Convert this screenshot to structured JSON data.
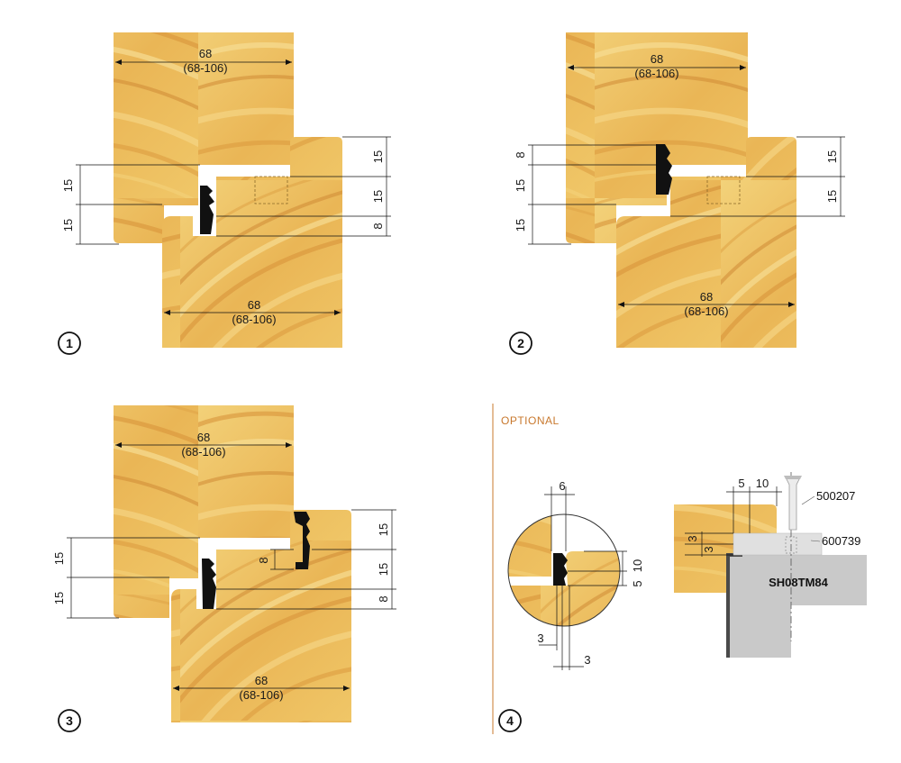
{
  "colors": {
    "wood_light": "#f2cf73",
    "wood_mid": "#e9b552",
    "wood_dark": "#d9953a",
    "grain": "#c98a36",
    "gasket": "#111111",
    "accent": "#c8782d",
    "steel": "#c9c9c9",
    "steel_dark": "#9e9e9e"
  },
  "diagram1": {
    "number": "1",
    "top_width": "68",
    "top_range": "(68-106)",
    "bottom_width": "68",
    "bottom_range": "(68-106)",
    "left_dim_a": "15",
    "left_dim_b": "15",
    "right_dim_a": "15",
    "right_dim_b": "15",
    "right_dim_c": "8"
  },
  "diagram2": {
    "number": "2",
    "top_width": "68",
    "top_range": "(68-106)",
    "bottom_width": "68",
    "bottom_range": "(68-106)",
    "left_dim_a": "8",
    "left_dim_b": "15",
    "left_dim_c": "15",
    "right_dim_a": "15",
    "right_dim_b": "15"
  },
  "diagram3": {
    "number": "3",
    "top_width": "68",
    "top_range": "(68-106)",
    "bottom_width": "68",
    "bottom_range": "(68-106)",
    "left_dim_a": "15",
    "left_dim_b": "15",
    "right_dim_a": "15",
    "right_dim_b": "15",
    "right_dim_c": "8",
    "inner_dim": "8"
  },
  "diagram4": {
    "number": "4",
    "label": "OPTIONAL",
    "detail_dim_top": "6",
    "detail_dim_right_a": "10",
    "detail_dim_right_b": "5",
    "detail_dim_bottom_a": "3",
    "detail_dim_bottom_b": "3",
    "mount_dim_a": "5",
    "mount_dim_b": "10",
    "mount_dim_c": "3",
    "mount_dim_d": "3",
    "screw_code": "500207",
    "plate_code": "600739",
    "profile_code": "SH08TM84"
  }
}
